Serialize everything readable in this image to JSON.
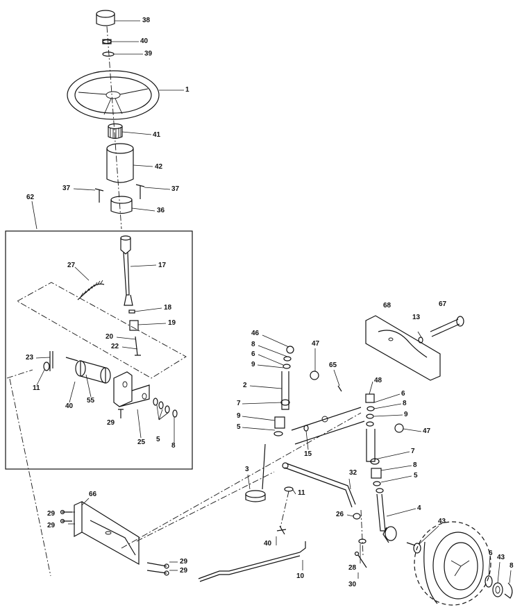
{
  "callouts": {
    "c38": "38",
    "c40a": "40",
    "c39": "39",
    "c1": "1",
    "c41": "41",
    "c42": "42",
    "c37a": "37",
    "c37b": "37",
    "c36": "36",
    "c62": "62",
    "c17": "17",
    "c27": "27",
    "c18": "18",
    "c19": "19",
    "c20": "20",
    "c22": "22",
    "c23": "23",
    "c11a": "11",
    "c40b": "40",
    "c55": "55",
    "c29a": "29",
    "c25": "25",
    "c5a": "5",
    "c8a": "8",
    "c68": "68",
    "c67": "67",
    "c13": "13",
    "c46": "46",
    "c8b": "8",
    "c6a": "6",
    "c9a": "9",
    "c47a": "47",
    "c65": "65",
    "c2": "2",
    "c7a": "7",
    "c9b": "9",
    "c5b": "5",
    "c15": "15",
    "c48": "48",
    "c6b": "6",
    "c8c": "8",
    "c9c": "9",
    "c47b": "47",
    "c7b": "7",
    "c8d": "8",
    "c5c": "5",
    "c3": "3",
    "c32": "32",
    "c11b": "11",
    "c4": "4",
    "c26": "26",
    "c66": "66",
    "c29b": "29",
    "c29c": "29",
    "c29d": "29",
    "c29e": "29",
    "c40c": "40",
    "c28": "28",
    "c10": "10",
    "c30": "30",
    "c43a": "43",
    "c6c": "6",
    "c43b": "43",
    "c8e": "8"
  },
  "icons": {
    "steering_wheel": "steering-wheel-icon",
    "wheel": "tire-icon"
  }
}
